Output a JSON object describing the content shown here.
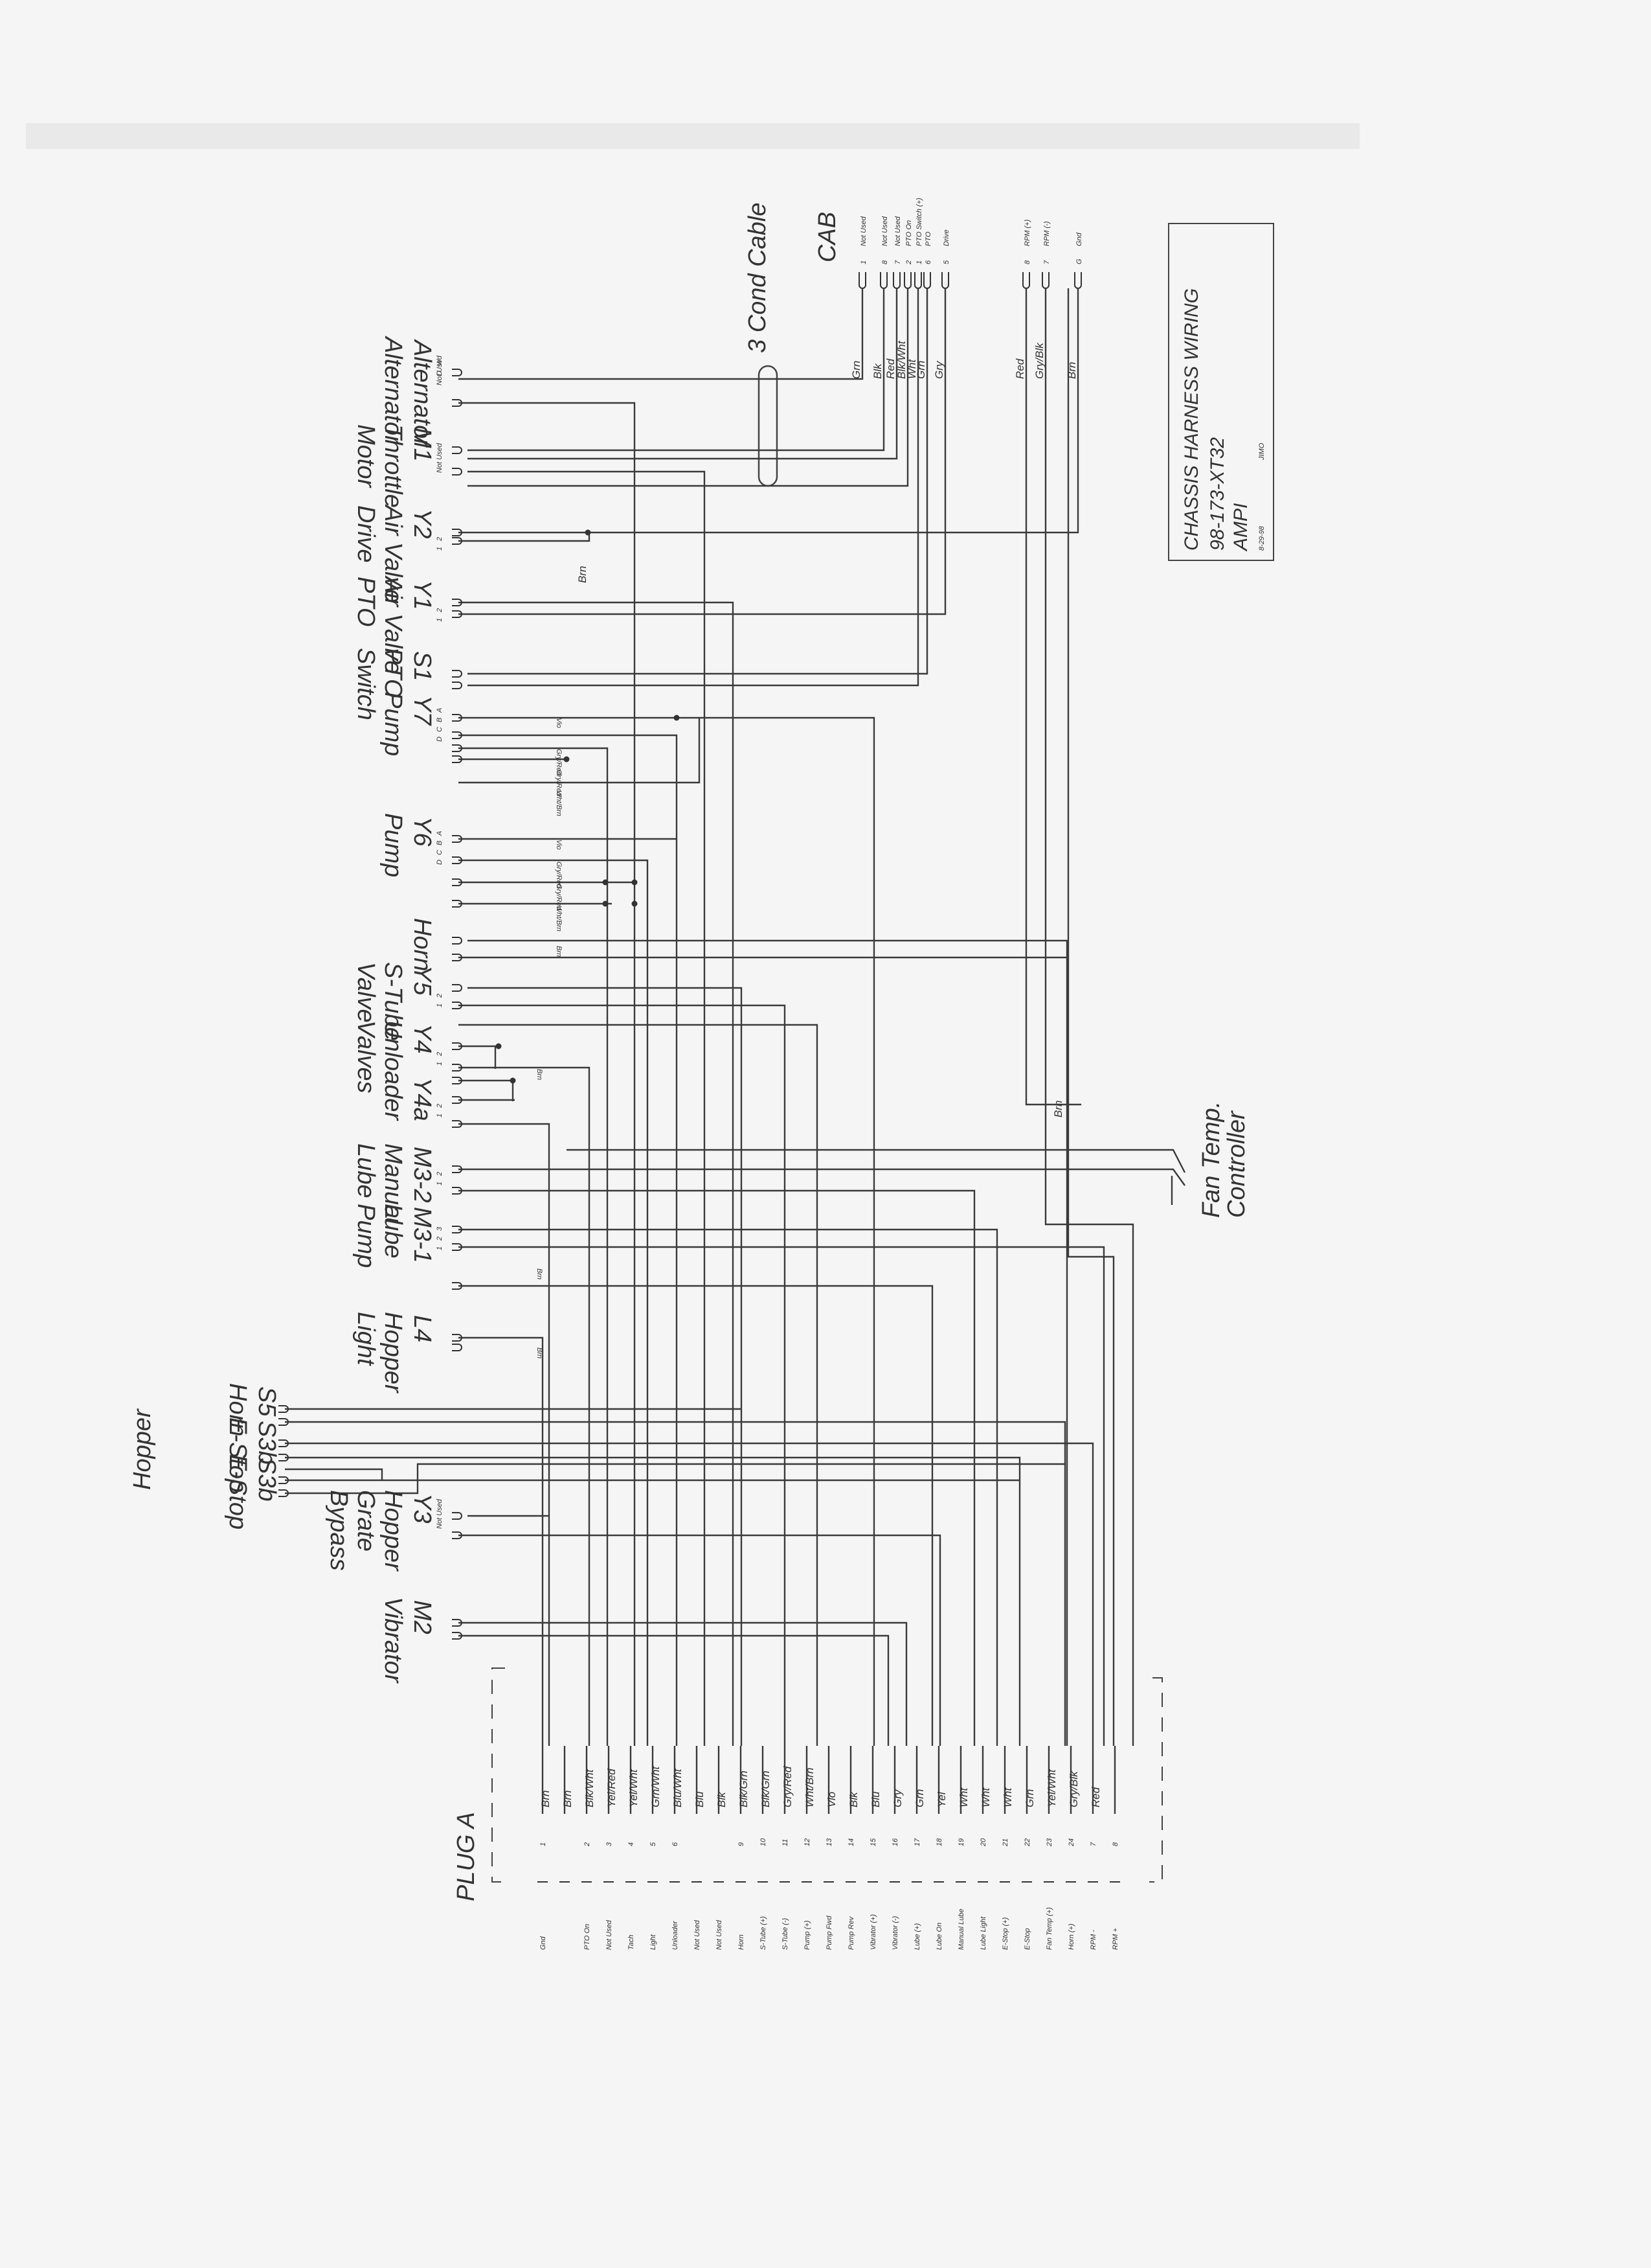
{
  "title_block": {
    "line1": "CHASSIS HARNESS WIRING",
    "line2": "98-173-XT32",
    "line3": "AMPI",
    "date": "8-29-98",
    "initials": "JIMO"
  },
  "labels": {
    "cable": "3 Cond Cable",
    "cab": "CAB",
    "plug": "PLUG A",
    "fan": [
      "Fan Temp.",
      "Controller"
    ],
    "hopper_group": "Hopper"
  },
  "components": [
    {
      "id": "Alternator",
      "lines": [
        "Alternator"
      ],
      "pins": [
        "W",
        "D",
        "Not Used"
      ]
    },
    {
      "id": "M1",
      "lines": [
        "Throttle",
        "Motor"
      ],
      "pins": [
        "Not Used"
      ]
    },
    {
      "id": "Y2",
      "lines": [
        "Air Valve",
        "Drive"
      ],
      "pins": [
        "2",
        "1"
      ]
    },
    {
      "id": "Y1",
      "lines": [
        "Air Valve",
        "PTO"
      ],
      "pins": [
        "2",
        "1"
      ]
    },
    {
      "id": "S1",
      "lines": [
        "PTO",
        "Switch"
      ],
      "pins": []
    },
    {
      "id": "Y7",
      "lines": [
        "Pump"
      ],
      "pins": [
        "A",
        "B",
        "C",
        "D"
      ]
    },
    {
      "id": "Y6",
      "lines": [
        "Pump"
      ],
      "pins": [
        "A",
        "B",
        "C",
        "D"
      ]
    },
    {
      "id": "Horn",
      "lines": [],
      "pins": []
    },
    {
      "id": "Y5",
      "lines": [
        "S-Tube",
        "Valve"
      ],
      "pins": [
        "2",
        "1"
      ]
    },
    {
      "id": "Y4",
      "lines": [
        "Unloader",
        "Valves"
      ],
      "pins": [
        "2",
        "1"
      ]
    },
    {
      "id": "Y4a",
      "lines": [],
      "pins": [
        "2",
        "1"
      ]
    },
    {
      "id": "M3-2",
      "lines": [
        "Manual",
        "Lube"
      ],
      "pins": [
        "2",
        "1"
      ]
    },
    {
      "id": "M3-1",
      "lines": [
        "Lube",
        "Pump"
      ],
      "pins": [
        "3",
        "2",
        "1"
      ]
    },
    {
      "id": "L4",
      "lines": [
        "Hopper",
        "Light"
      ],
      "pins": []
    },
    {
      "id": "S5",
      "lines": [
        "Horn"
      ],
      "pins": []
    },
    {
      "id": "S3b",
      "lines": [
        "E-Stop"
      ],
      "pins": []
    },
    {
      "id": "S3b",
      "lines": [
        "E-Stop"
      ],
      "pins": []
    },
    {
      "id": "Y3",
      "lines": [
        "Hopper",
        "Grate",
        "Bypass"
      ],
      "pins": [
        "Not Used"
      ]
    },
    {
      "id": "M2",
      "lines": [
        "Vibrator"
      ],
      "pins": []
    }
  ],
  "cab_pins": [
    {
      "num": "1",
      "func": "Not Used",
      "color": "Grn"
    },
    {
      "num": "8",
      "func": "Not Used",
      "color": "Blk"
    },
    {
      "num": "7",
      "func": "Not Used",
      "color": "Red"
    },
    {
      "num": "2",
      "func": "PTO On",
      "color": "Blk/Wht"
    },
    {
      "num": "1",
      "func": "PTO Switch (+)",
      "color": "Wht"
    },
    {
      "num": "6",
      "func": "PTO",
      "color": "Grn"
    },
    {
      "num": "5",
      "func": "Drive",
      "color": "Gry"
    },
    {
      "num": "8",
      "func": "RPM (+)",
      "color": "Red"
    },
    {
      "num": "7",
      "func": "RPM (-)",
      "color": "Gry/Blk"
    },
    {
      "num": "G",
      "func": "Gnd",
      "color": "Brn"
    }
  ],
  "wire_colors": {
    "y2_brn": "Brn",
    "y7": [
      "Vio",
      "Gry/Red",
      "Gry/Red",
      "Wht/Brn"
    ],
    "y6": [
      "Vio",
      "Gry/Red",
      "Gry/Red",
      "Wht/Brn"
    ],
    "horn": "Brn",
    "y4": "Brn",
    "m31": "Brn",
    "l4": "Brn",
    "fan_brn": "Brn"
  },
  "plug_pins": [
    {
      "num": "1",
      "func": "Gnd",
      "color": "Brn"
    },
    {
      "num": "",
      "func": "",
      "color": "Brn"
    },
    {
      "num": "2",
      "func": "PTO On",
      "color": "Blk/Wht"
    },
    {
      "num": "3",
      "func": "Not Used",
      "color": "Yel/Red"
    },
    {
      "num": "4",
      "func": "Tach",
      "color": "Yel/Wht"
    },
    {
      "num": "5",
      "func": "Light",
      "color": "Grn/Wht"
    },
    {
      "num": "6",
      "func": "Unloader",
      "color": "Blu/Wht"
    },
    {
      "num": "",
      "func": "Not Used",
      "color": "Blu"
    },
    {
      "num": "",
      "func": "Not Used",
      "color": "Blk"
    },
    {
      "num": "9",
      "func": "Horn",
      "color": "Blk/Grn"
    },
    {
      "num": "10",
      "func": "S-Tube (+)",
      "color": "Blk/Grn"
    },
    {
      "num": "11",
      "func": "S-Tube (-)",
      "color": "Gry/Red"
    },
    {
      "num": "12",
      "func": "Pump (+)",
      "color": "Wht/Brn"
    },
    {
      "num": "13",
      "func": "Pump Fwd",
      "color": "Vio"
    },
    {
      "num": "14",
      "func": "Pump Rev",
      "color": "Blk"
    },
    {
      "num": "15",
      "func": "Vibrator (+)",
      "color": "Blu"
    },
    {
      "num": "16",
      "func": "Vibrator (-)",
      "color": "Gry"
    },
    {
      "num": "17",
      "func": "Lube (+)",
      "color": "Grn"
    },
    {
      "num": "18",
      "func": "Lube On",
      "color": "Yel"
    },
    {
      "num": "19",
      "func": "Manual Lube",
      "color": "Wht"
    },
    {
      "num": "20",
      "func": "Lube Light",
      "color": "Wht"
    },
    {
      "num": "21",
      "func": "E-Stop (+)",
      "color": "Wht"
    },
    {
      "num": "22",
      "func": "E-Stop",
      "color": "Grn"
    },
    {
      "num": "23",
      "func": "Fan Temp (+)",
      "color": "Yel/Wht"
    },
    {
      "num": "24",
      "func": "Horn (+)",
      "color": "Gry/Blk"
    },
    {
      "num": "7",
      "func": "RPM -",
      "color": "Red"
    },
    {
      "num": "8",
      "func": "RPM +",
      "color": ""
    }
  ]
}
